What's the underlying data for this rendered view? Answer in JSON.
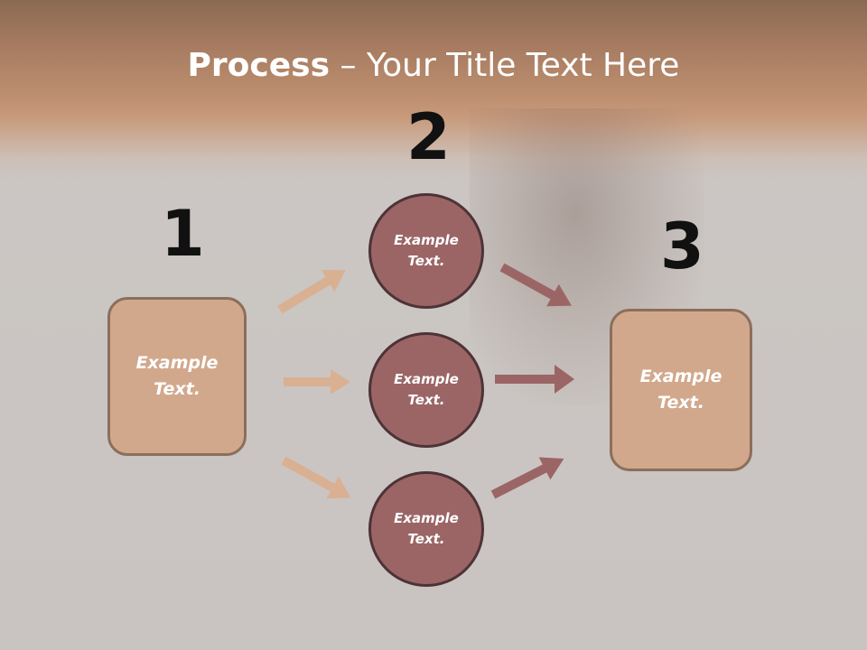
{
  "title": {
    "bold": "Process",
    "rest": " – Your Title Text Here"
  },
  "steps": {
    "one": "1",
    "two": "2",
    "three": "3"
  },
  "box1": {
    "line1": "Example",
    "line2": "Text."
  },
  "circle_top": {
    "line1": "Example",
    "line2": "Text."
  },
  "circle_mid": {
    "line1": "Example",
    "line2": "Text."
  },
  "circle_bottom": {
    "line1": "Example",
    "line2": "Text."
  },
  "box3": {
    "line1": "Example",
    "line2": "Text."
  },
  "colors": {
    "box_fill": "#d2a88c",
    "circle_fill": "#9b6566",
    "arrow_left": "#d9b092",
    "arrow_right": "#9b6566"
  }
}
